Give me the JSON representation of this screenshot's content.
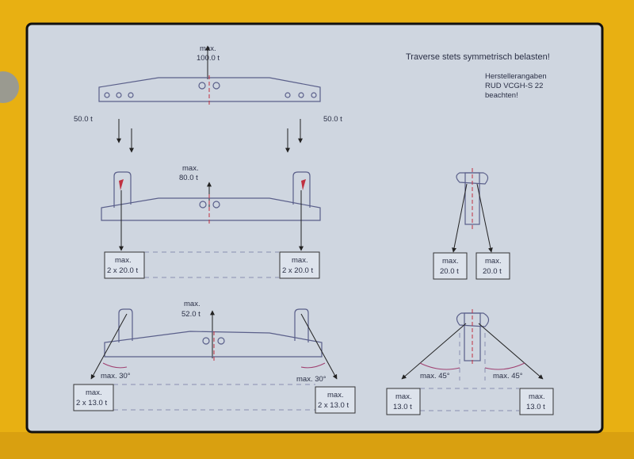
{
  "header": {
    "warning": "Traverse stets symmetrisch belasten!",
    "note_line1": "Herstellerangaben",
    "note_line2": "RUD VCGH-S 22",
    "note_line3": "beachten!"
  },
  "diagram1": {
    "max_label": "max.",
    "max_value": "100.0 t",
    "left_load": "50.0 t",
    "right_load": "50.0 t"
  },
  "diagram2": {
    "max_label": "max.",
    "max_value": "80.0 t",
    "left_box_label": "max.",
    "left_box_value": "2 x 20.0 t",
    "right_box_label": "max.",
    "right_box_value": "2 x 20.0 t"
  },
  "diagram3": {
    "left_box_label": "max.",
    "left_box_value": "20.0 t",
    "right_box_label": "max.",
    "right_box_value": "20.0 t"
  },
  "diagram4": {
    "max_label": "max.",
    "max_value": "52.0 t",
    "left_angle": "max. 30°",
    "right_angle": "max. 30°",
    "left_box_label": "max.",
    "left_box_value": "2 x 13.0 t",
    "right_box_label": "max.",
    "right_box_value": "2 x 13.0 t"
  },
  "diagram5": {
    "left_angle": "max. 45°",
    "right_angle": "max. 45°",
    "left_box_label": "max.",
    "left_box_value": "13.0 t",
    "right_box_label": "max.",
    "right_box_value": "13.0 t"
  }
}
